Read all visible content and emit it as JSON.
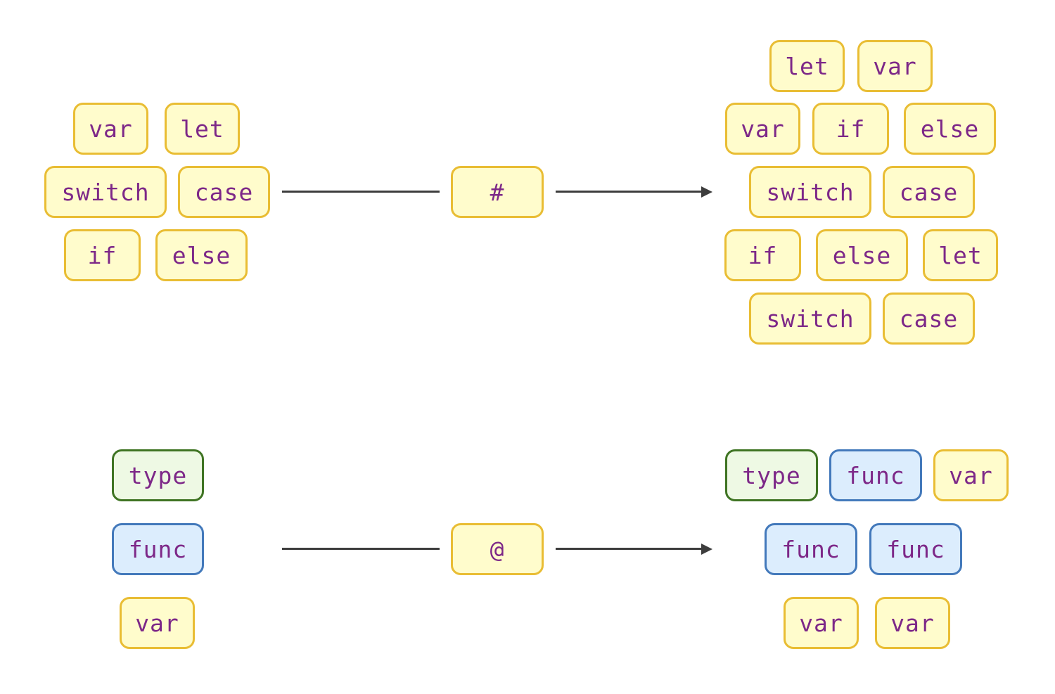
{
  "colors": {
    "keyword_border": "#e9bd34",
    "keyword_fill": "#fffccc",
    "type_border": "#3f7423",
    "type_fill": "#eef9e4",
    "func_border": "#4379bb",
    "func_fill": "#dcedfd",
    "text": "#7d2888",
    "connector": "#3d3d3d"
  },
  "diagrams": [
    {
      "operator": "#",
      "input_tokens": [
        "var",
        "let",
        "switch",
        "case",
        "if",
        "else"
      ],
      "output_tokens": [
        "let",
        "var",
        "var",
        "if",
        "else",
        "switch",
        "case",
        "if",
        "else",
        "let",
        "switch",
        "case"
      ]
    },
    {
      "operator": "@",
      "input_tokens": [
        "type",
        "func",
        "var"
      ],
      "output_tokens": [
        "type",
        "func",
        "var",
        "func",
        "func",
        "var",
        "var"
      ]
    }
  ]
}
